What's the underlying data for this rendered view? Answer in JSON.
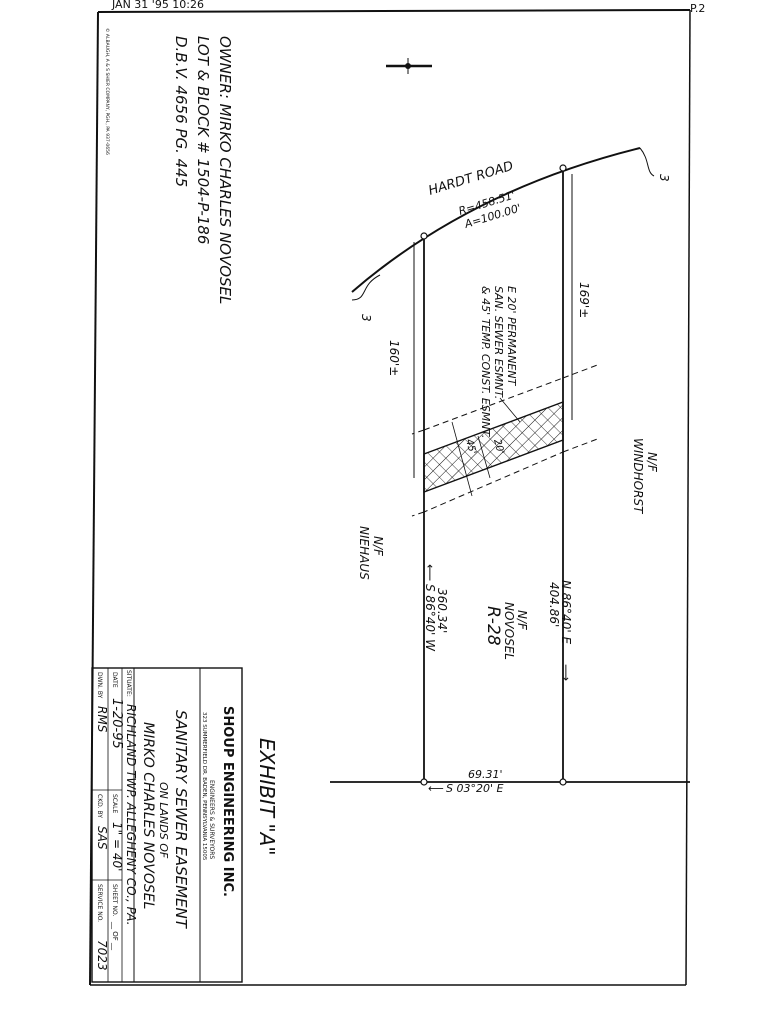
{
  "fax_header": {
    "left": "JAN 31 '95 10:26",
    "right": "P.2"
  },
  "margin_note": "© ALBAUGH, A & S SHIER COMPANY, PGH., PA 937-0656",
  "owner_block": {
    "line1": "OWNER: MIRKO CHARLES NOVOSEL",
    "line2": "LOT & BLOCK # 1504-P-186",
    "line3": "D.B.V. 4656 PG. 445"
  },
  "road": {
    "name": "HARDT ROAD",
    "radius": "R=458.51'",
    "arc": "A=100.00'"
  },
  "easement_note": {
    "line1": "E 20' PERMANENT",
    "line2": "SAN. SEWER ESMNT.",
    "line3": "& 45' TEMP. CONST. ESMNT."
  },
  "dimensions": {
    "left_offset": "160'±",
    "right_offset": "169'±",
    "width_20": "20'",
    "width_45": "45'",
    "north_line_dist": "404.86'",
    "north_line_bearing": "N 86°40' E",
    "south_line_dist": "360.34'",
    "south_line_bearing": "S 86°40' W",
    "east_line_dist": "69.31'",
    "east_line_bearing": "S 03°20' E"
  },
  "parcels": {
    "north": {
      "line1": "N/F",
      "line2": "WINDHORST"
    },
    "south": {
      "line1": "N/F",
      "line2": "NIEHAUS"
    },
    "subject": {
      "line1": "N/F",
      "line2": "NOVOSEL",
      "line3": "R-28"
    }
  },
  "callout_marks": [
    "3",
    "3"
  ],
  "exhibit": "EXHIBIT \"A\"",
  "title_block": {
    "company": "SHOUP ENGINEERING INC.",
    "subtitle": "ENGINEERS & SURVEYORS",
    "address": "323 SUMMERFIELD DR. BADEN, PENNSYLVANIA 15005",
    "drawing_title": "SANITARY SEWER EASEMENT",
    "on_lands_of": "ON LANDS OF",
    "owner_name": "MIRKO CHARLES NOVOSEL",
    "situate_label": "SITUATE:",
    "situate_value": "RICHLAND TWP. ALLEGHENY CO., PA.",
    "date_label": "DATE",
    "date_value": "1-20-95",
    "scale_label": "SCALE",
    "scale_value": "1\" = 40'",
    "sheet_label": "SHEET NO.",
    "sheet_value": "__ OF __",
    "dwn_label": "DWN. BY",
    "dwn_value": "RMS",
    "ckd_label": "CKD. BY",
    "ckd_value": "SAS",
    "service_label": "SERVICE NO.",
    "service_value": "7023"
  },
  "colors": {
    "ink": "#111111",
    "paper": "#ffffff"
  }
}
